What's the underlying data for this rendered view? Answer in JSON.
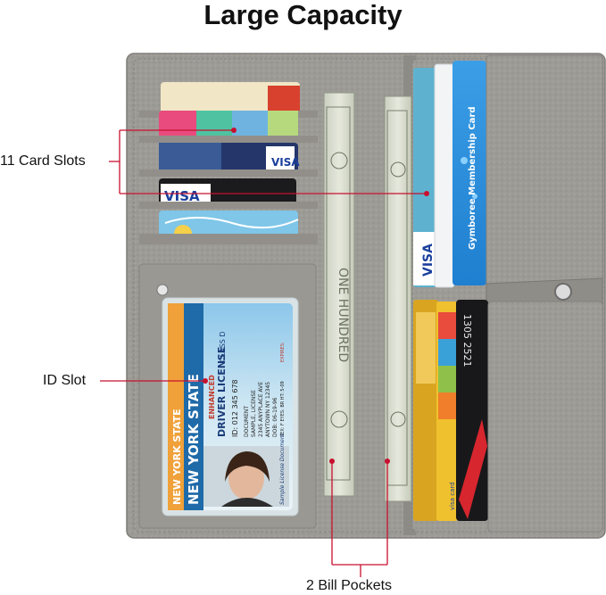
{
  "title": "Large Capacity",
  "callouts": {
    "card_slots": "11 Card Slots",
    "id_slot": "ID Slot",
    "bill_pockets": "2 Bill Pockets"
  },
  "card_texts": {
    "visa": "VISA",
    "membership": "Gymboree Membership Card",
    "card_number": "1305  2521",
    "visa_card": "visa card"
  },
  "license": {
    "state": "NEW YORK STATE",
    "enhanced": "ENHANCED",
    "title": "DRIVER LICENSE",
    "class": "CLASS D",
    "id": "ID: 012 345 678",
    "document": "DOCUMENT",
    "name1": "SAMPLE, LICENSE",
    "address1": "2345 ANYPLACE AVE",
    "address2": "ANYTOWN NY 12345",
    "dob": "DOB: 06-19-96",
    "sex": "SEX: F  EYES: BR  HT: 5-09",
    "expires": "EXPIRES:",
    "signature": "Sample License Document"
  },
  "colors": {
    "wallet": "#9d9b96",
    "wallet_dark": "#8a8883",
    "callout_line": "#c8102e",
    "bill": "#d9ddd0"
  }
}
